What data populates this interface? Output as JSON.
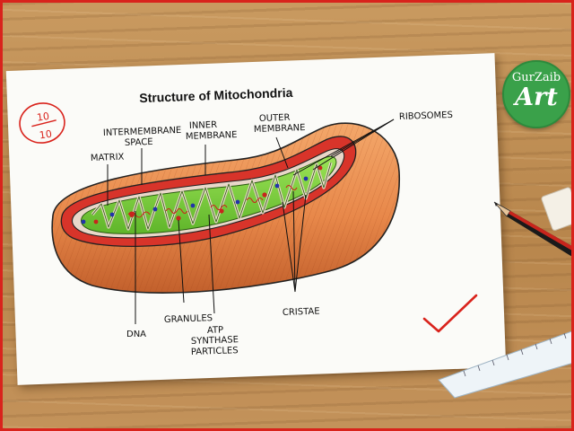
{
  "title": "Structure of Mitochondria",
  "score": {
    "numerator": "10",
    "denominator": "10"
  },
  "labels": {
    "matrix": "MATRIX",
    "intermembrane_line1": "INTERMEMBRANE",
    "intermembrane_line2": "SPACE",
    "inner_line1": "INNER",
    "inner_line2": "MEMBRANE",
    "outer_line1": "OUTER",
    "outer_line2": "MEMBRANE",
    "ribosomes": "RIBOSOMES",
    "dna": "DNA",
    "granules": "GRANULES",
    "atp_line1": "ATP",
    "atp_line2": "SYNTHASE",
    "atp_line3": "PARTICLES",
    "cristae": "CRISTAE"
  },
  "logo": {
    "top": "GurZaib",
    "main": "Art"
  },
  "colors": {
    "outer_membrane": "#e8884a",
    "intermembrane": "#d8342a",
    "matrix": "#7fd33a",
    "accent_red": "#d9231c",
    "logo_green": "#3aa14a"
  },
  "icons": [
    "checkmark-icon",
    "pencil-icon",
    "ruler-icon"
  ]
}
